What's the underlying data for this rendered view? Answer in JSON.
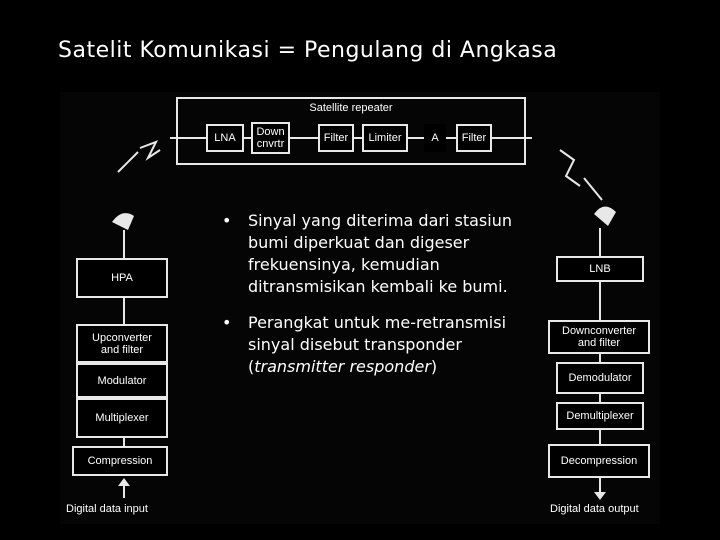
{
  "title": "Satelit Komunikasi = Pengulang di Angkasa",
  "repeater": {
    "label": "Satellite repeater",
    "blocks": [
      "LNA",
      "Down\ncnvrtr",
      "Filter",
      "Limiter",
      "A",
      "Filter"
    ]
  },
  "left_chain": [
    "HPA",
    "Upconverter\nand filter",
    "Modulator",
    "Multiplexer",
    "Compression"
  ],
  "left_io": "Digital data input",
  "right_chain": [
    "LNB",
    "Downconverter\nand filter",
    "Demodulator",
    "Demultiplexer",
    "Decompression"
  ],
  "right_io": "Digital data output",
  "bullets": {
    "b1": "Sinyal yang diterima dari stasiun bumi diperkuat dan digeser frekuensinya, kemudian ditransmisikan kembali ke bumi.",
    "b2_pre": "Perangkat untuk me-retransmisi sinyal disebut transponder  (",
    "b2_italic": "transmitter responder",
    "b2_post": ")",
    "marker": "•"
  }
}
